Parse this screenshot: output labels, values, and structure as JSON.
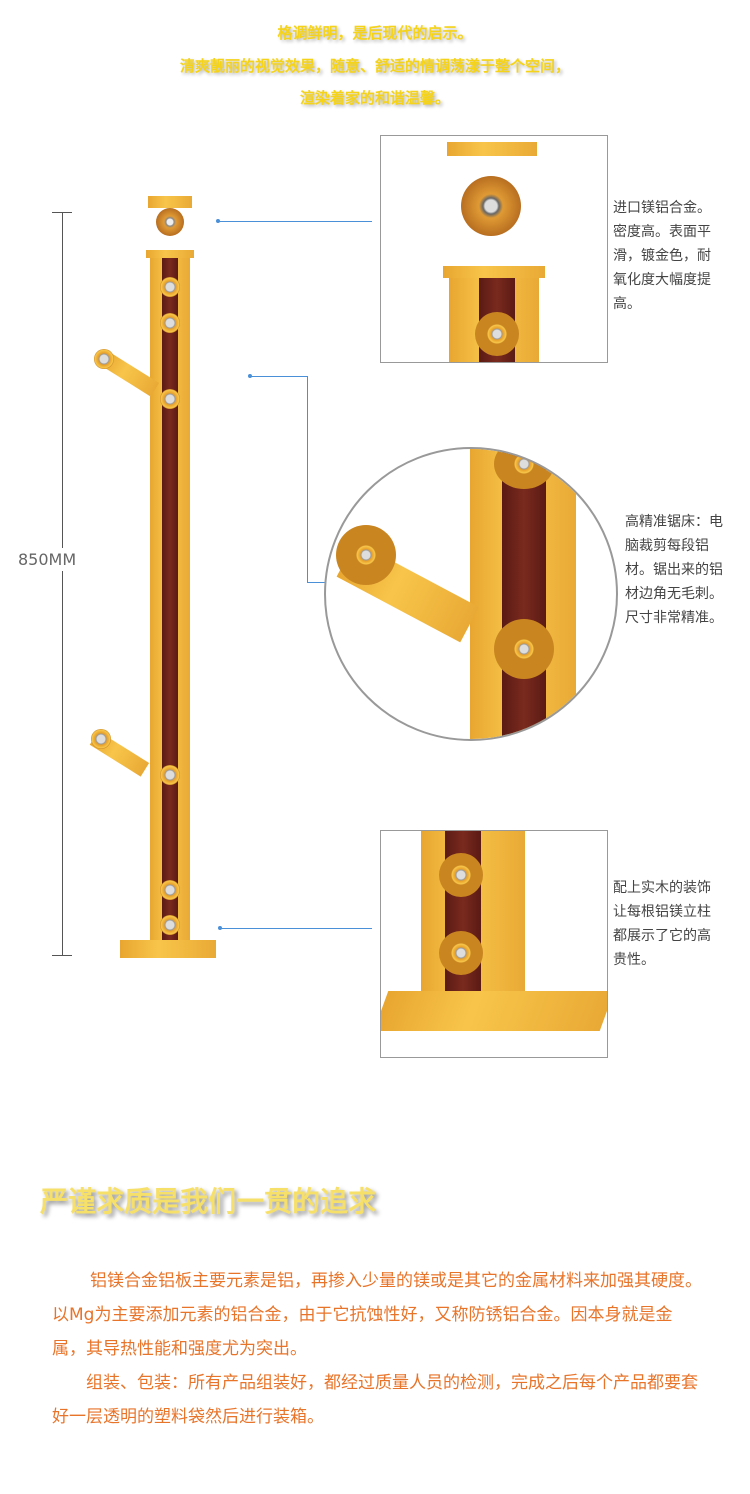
{
  "slogan": [
    "格调鲜明，是后现代的启示。",
    "清爽靓丽的视觉效果，随意、舒适的情调荡漾于整个空间，",
    "渲染着家的和谐温馨。"
  ],
  "dimension": "850MM",
  "details": [
    {
      "text": "进口镁铝合金。密度高。表面平滑，镀金色，耐氧化度大幅度提高。"
    },
    {
      "text": "高精准锯床：电脑裁剪每段铝材。锯出来的铝材边角无毛刺。尺寸非常精准。"
    },
    {
      "text": "配上实木的装饰让每根铝镁立柱都展示了它的高贵性。"
    }
  ],
  "section_title": "严谨求质是我们一贯的追求",
  "paragraphs": [
    "铝镁合金铝板主要元素是铝，再掺入少量的镁或是其它的金属材料来加强其硬度。以Mg为主要添加元素的铝合金，由于它抗蚀性好，又称防锈铝合金。因本身就是金属，其导热性能和强度尤为突出。",
    "组装、包装：所有产品组装好，都经过质量人员的检测，完成之后每个产品都要套好一层透明的塑料袋然后进行装箱。"
  ],
  "colors": {
    "gold": "#f5c244",
    "slogan": "#f5d31a",
    "body_text": "#e8742a",
    "connector": "#4a90d9"
  }
}
